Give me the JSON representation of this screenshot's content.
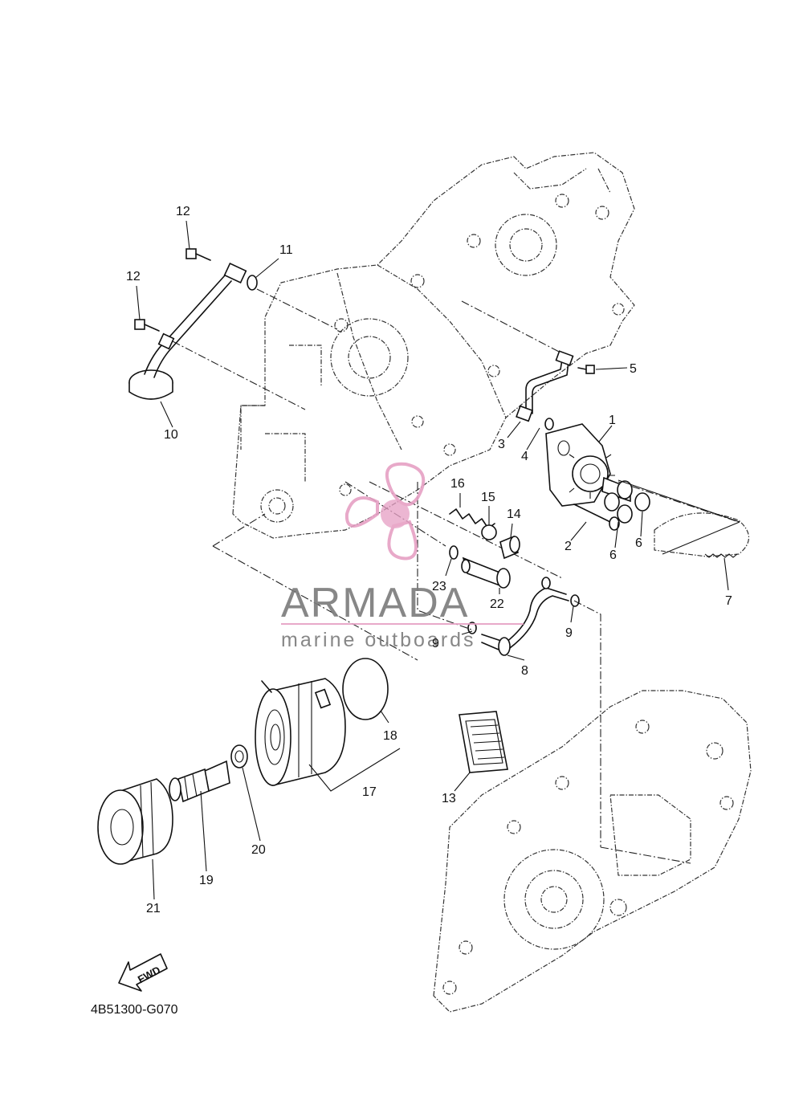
{
  "diagram_code": "4B51300-G070",
  "direction_arrow": "FWD",
  "watermark": {
    "brand": "ARMADA",
    "tagline": "marine outboards",
    "accent_color": "#e6a0c4",
    "text_color": "#7b7b7b"
  },
  "callouts": {
    "c1": "1",
    "c2": "2",
    "c3": "3",
    "c4": "4",
    "c5": "5",
    "c6a": "6",
    "c6b": "6",
    "c7": "7",
    "c8": "8",
    "c9a": "9",
    "c9b": "9",
    "c10": "10",
    "c11": "11",
    "c12a": "12",
    "c12b": "12",
    "c13": "13",
    "c14": "14",
    "c15": "15",
    "c16": "16",
    "c17": "17",
    "c18": "18",
    "c19": "19",
    "c20": "20",
    "c21": "21",
    "c22": "22",
    "c23": "23"
  }
}
